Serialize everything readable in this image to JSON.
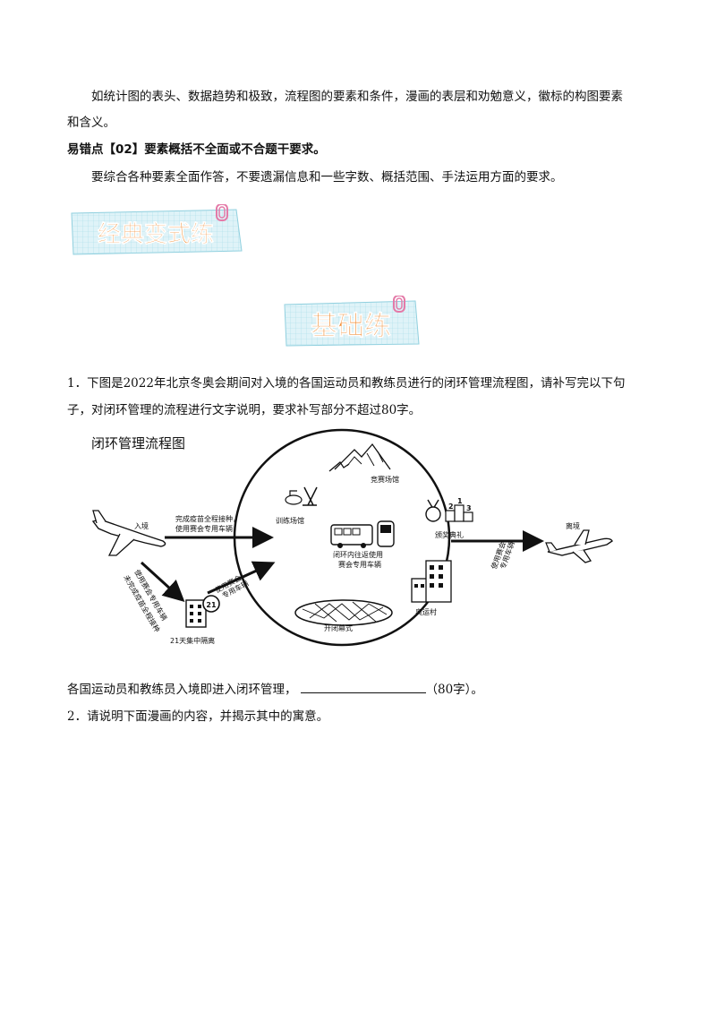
{
  "line1": "如统计图的表头、数据趋势和极致，流程图的要素和条件，漫画的表层和劝勉意义，徽标的构图要素",
  "line2": "和含义。",
  "error_point": "易错点【02】要素概括不全面或不合题干要求。",
  "line3": "要综合各种要素全面作答，不要遗漏信息和一些字数、概括范围、手法运用方面的要求。",
  "banner1": "经典变式练",
  "banner2": "基础练",
  "q1_line1": "1．下图是2022年北京冬奥会期间对入境的各国运动员和教练员进行的闭环管理流程图，请补写完以下句",
  "q1_line2": "子，对闭环管理的流程进行文字说明，要求补写部分不超过80字。",
  "diagram": {
    "title": "闭环管理流程图",
    "enter": "入境",
    "vaccine1": "完成疫苗全程接种，",
    "vaccine2": "使用赛会专用车辆",
    "quarantine_path1": "未完成疫苗全程接种",
    "quarantine_path2": "使用赛会专用车辆",
    "quarantine": "21天集中隔离",
    "after_quarantine1": "使用赛会",
    "after_quarantine2": "专用车辆",
    "venue": "竞赛场馆",
    "training": "训练场馆",
    "medal": "颁奖典礼",
    "bus1": "闭环内往返使用",
    "bus2": "赛会专用车辆",
    "village": "奥运村",
    "ceremony": "开闭幕式",
    "exit_vehicle1": "使用赛会",
    "exit_vehicle2": "专用车辆",
    "leave": "离境",
    "building_number": "21"
  },
  "answer_prefix": "各国运动员和教练员入境即进入闭环管理，",
  "answer_suffix": "（80字）。",
  "q2": "2．请说明下面漫画的内容，并揭示其中的寓意。"
}
